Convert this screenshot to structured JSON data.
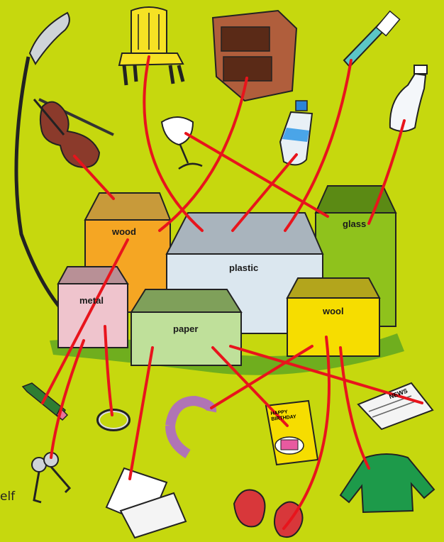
{
  "bins": {
    "wood": "wood",
    "metal": "metal",
    "plastic": "plastic",
    "glass": "glass",
    "paper": "paper",
    "wool": "wool"
  },
  "card": {
    "line1": "HAPPY",
    "line2": "BIRTHDAY"
  },
  "newspaper": {
    "headline": "NEWS"
  },
  "edge_text": "elf",
  "colors": {
    "background": "#c6d80e",
    "link_line": "#e8141c",
    "wood_box": "#f5a623",
    "metal_box": "#efc4cd",
    "plastic_box": "#dbe7ef",
    "glass_box": "#8fc21c",
    "paper_box": "#bfe09a",
    "wool_box": "#f6dd00"
  },
  "objects": [
    "knife",
    "violin",
    "chair",
    "cabinet",
    "wine-glass",
    "plastic-bottle",
    "toothbrush",
    "glass-bottle",
    "pencil",
    "bracelet",
    "keys",
    "letter",
    "scarf",
    "birthday-card",
    "newspaper",
    "mittens",
    "sweater"
  ]
}
